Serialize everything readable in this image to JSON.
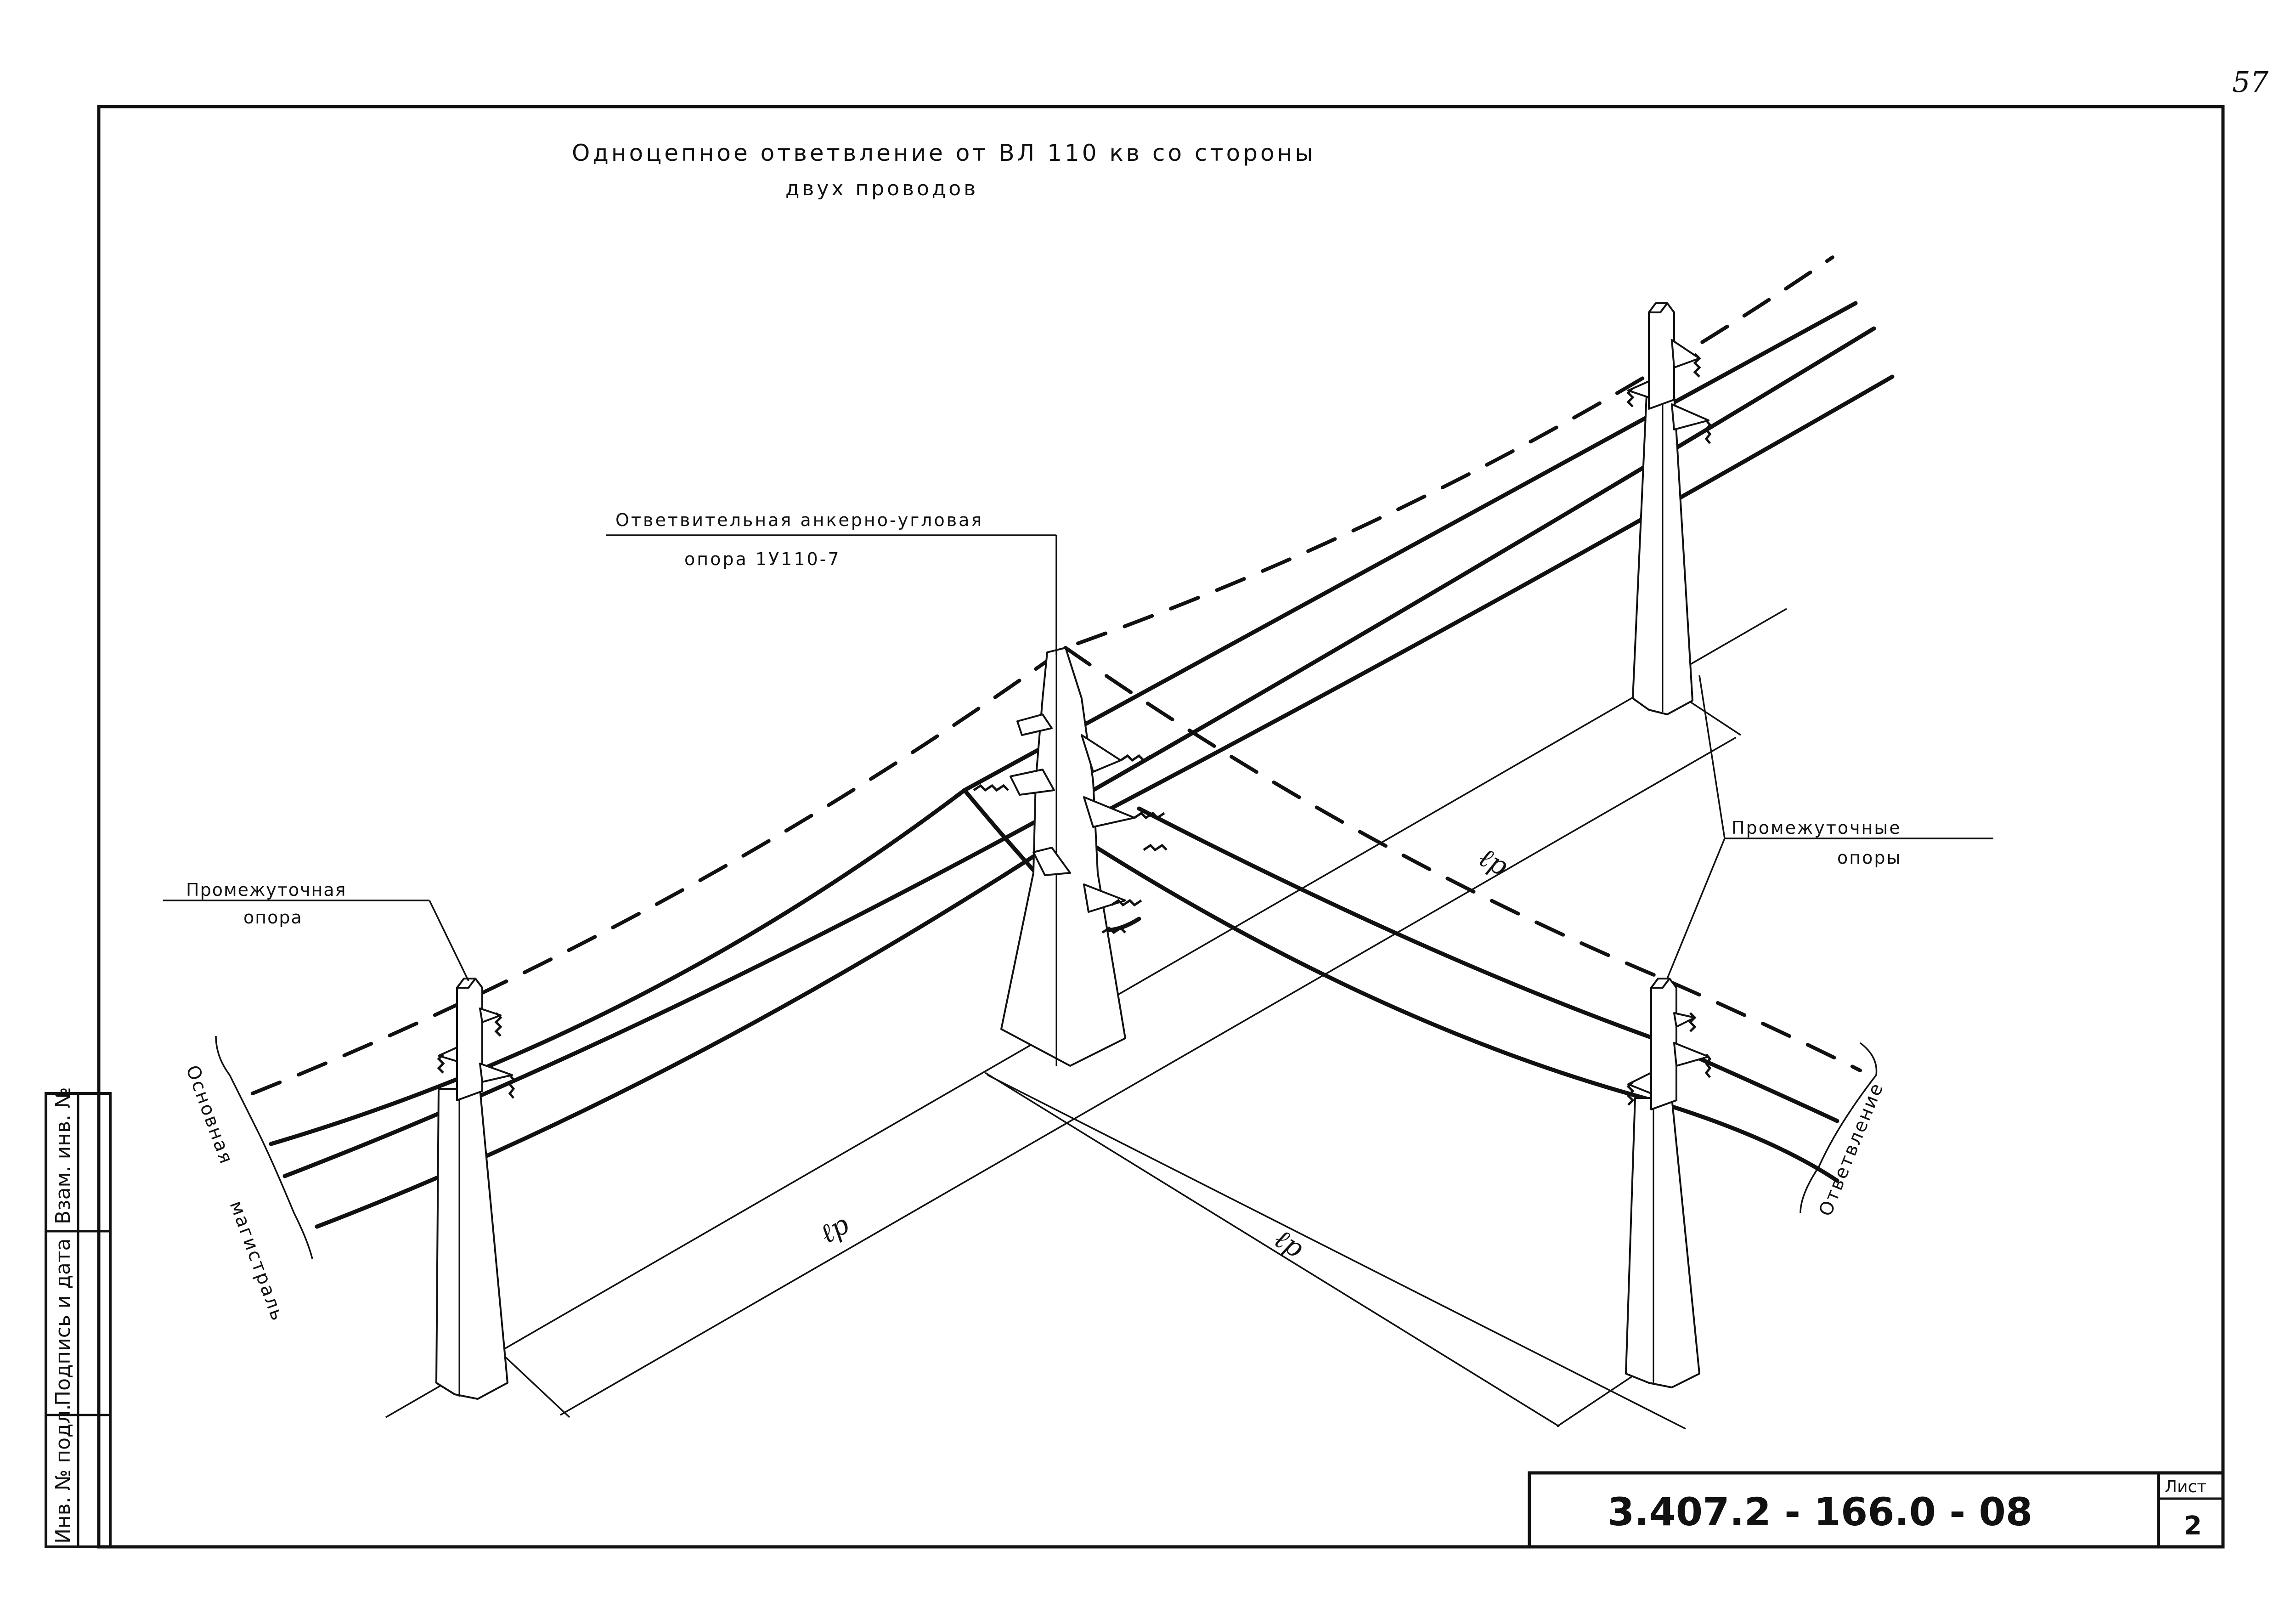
{
  "page_number": "57",
  "title": {
    "line1": "Одноцепное ответвление от ВЛ 110 кв со стороны",
    "line2": "двух проводов"
  },
  "labels": {
    "branch_pole": {
      "line1": "Ответвительная анкерно-угловая",
      "line2": "опора 1У110-7"
    },
    "intermediate_pole": {
      "line1": "Промежуточная",
      "line2": "опора"
    },
    "intermediate_poles": {
      "line1": "Промежуточные",
      "line2": "опоры"
    },
    "main_line": {
      "word1": "Основная",
      "word2": "магистраль"
    },
    "branch_line": "Ответвление",
    "span_label": "ℓр"
  },
  "side_stamp": {
    "col1": "Инв. № подл.",
    "col2": "Подпись и дата",
    "col3": "Взам. инв. №"
  },
  "title_block": {
    "doc_code": "3.407.2 - 166.0 - 08",
    "sheet_label": "Лист",
    "sheet_number": "2"
  },
  "colors": {
    "ink": "#111111",
    "paper": "#ffffff"
  }
}
